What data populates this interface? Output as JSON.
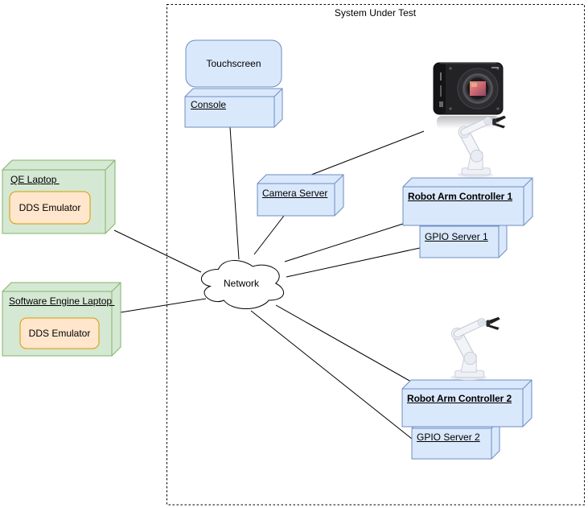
{
  "colors": {
    "node_blue_fill": "#dae8fc",
    "node_blue_stroke": "#6c8ebf",
    "node_green_fill": "#d5e8d4",
    "node_green_stroke": "#82b366",
    "node_orange_fill": "#ffe6cc",
    "node_orange_stroke": "#d79b00",
    "cloud_fill": "#ffffff",
    "cloud_stroke": "#000000",
    "edge_color": "#000000",
    "boundary_color": "#000000"
  },
  "boundary": {
    "title": "System Under Test"
  },
  "nodes": {
    "touchscreen": {
      "label": "Touchscreen"
    },
    "console": {
      "label": "Console"
    },
    "camera_server": {
      "label": "Camera Server"
    },
    "robot_arm_controller_1": {
      "label": "Robot Arm Controller 1"
    },
    "gpio_server_1": {
      "label": "GPIO Server 1"
    },
    "robot_arm_controller_2": {
      "label": "Robot Arm Controller 2"
    },
    "gpio_server_2": {
      "label": "GPIO Server 2"
    },
    "qe_laptop": {
      "label": "QE Laptop "
    },
    "qe_dds": {
      "label": "DDS Emulator"
    },
    "software_engine_laptop": {
      "label": "Software Engine Laptop "
    },
    "se_dds": {
      "label": "DDS Emulator"
    },
    "network": {
      "label": "Network"
    }
  },
  "images": {
    "camera": "industrial-camera-photo",
    "robot_arm_1": "robot-arm-with-gripper-photo",
    "robot_arm_2": "robot-arm-with-gripper-photo"
  },
  "edges": [
    {
      "from": "console",
      "to": "network"
    },
    {
      "from": "network",
      "to": "camera_server"
    },
    {
      "from": "network",
      "to": "robot_arm_controller_1"
    },
    {
      "from": "network",
      "to": "gpio_server_1"
    },
    {
      "from": "network",
      "to": "robot_arm_controller_2"
    },
    {
      "from": "network",
      "to": "gpio_server_2"
    },
    {
      "from": "qe_laptop",
      "to": "network"
    },
    {
      "from": "software_engine_laptop",
      "to": "network"
    },
    {
      "from": "camera_server",
      "to": "camera_image"
    }
  ]
}
